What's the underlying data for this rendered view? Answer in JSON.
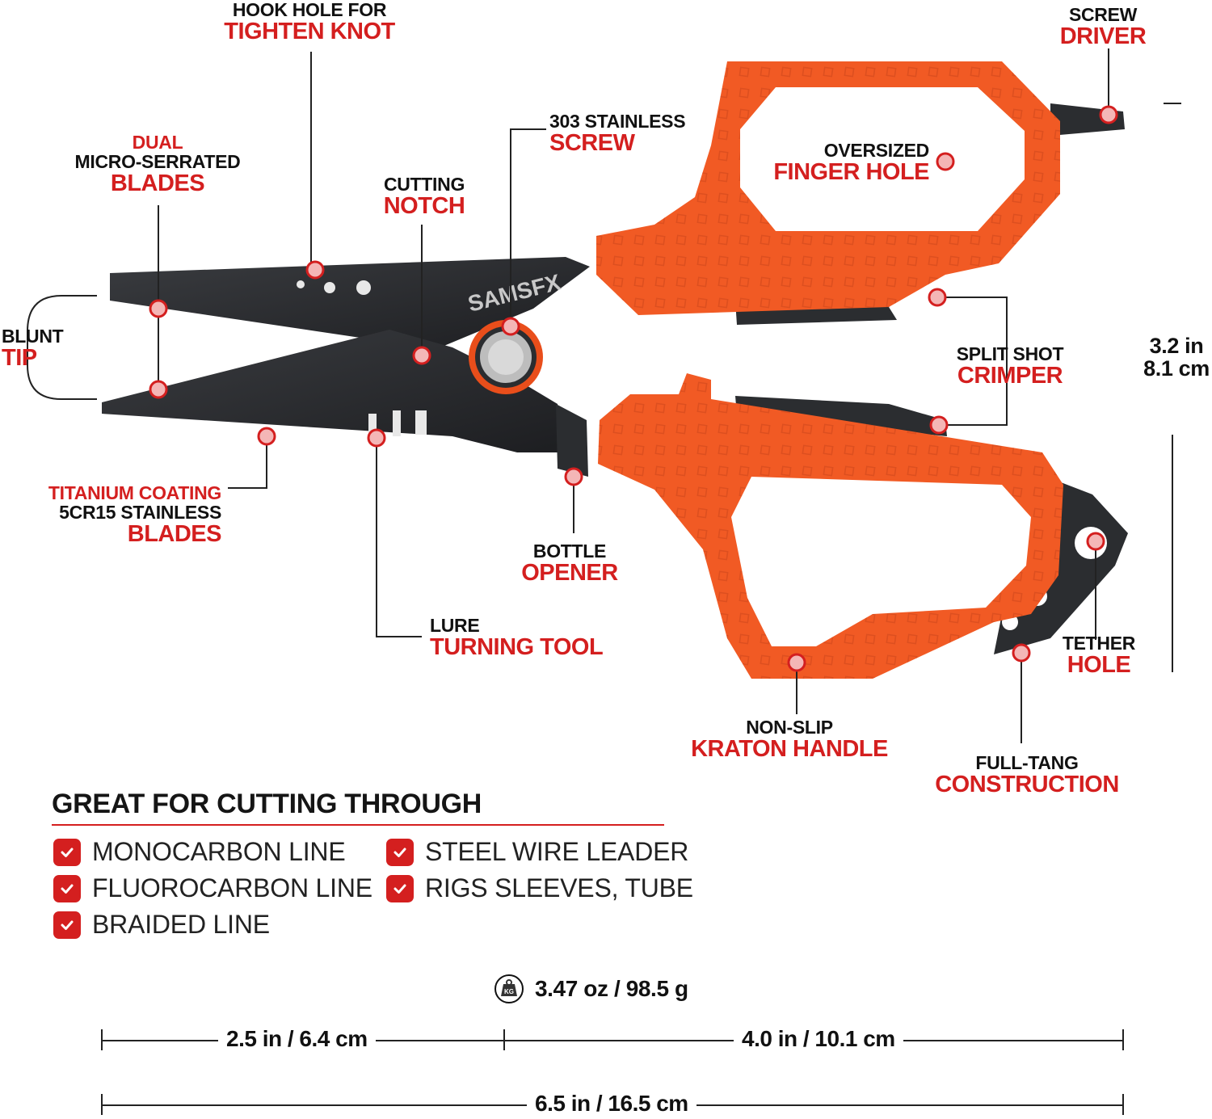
{
  "brand": "SAMSFX",
  "callouts": {
    "hook_hole": {
      "line1": "HOOK HOLE FOR",
      "line2": "TIGHTEN KNOT"
    },
    "screw_driver": {
      "line1": "SCREW",
      "line2": "DRIVER"
    },
    "stainless_screw": {
      "line1": "303 STAINLESS",
      "line2": "SCREW"
    },
    "oversized_hole": {
      "line1": "OVERSIZED",
      "line2": "FINGER HOLE"
    },
    "dual_blades": {
      "line1": "DUAL",
      "line2": "MICRO-SERRATED",
      "line3": "BLADES"
    },
    "cutting_notch": {
      "line1": "CUTTING",
      "line2": "NOTCH"
    },
    "blunt_tip": {
      "line1": "BLUNT",
      "line2": "TIP"
    },
    "split_shot": {
      "line1": "SPLIT SHOT",
      "line2": "CRIMPER"
    },
    "titanium": {
      "line1": "TITANIUM COATING",
      "line2": "5CR15 STAINLESS",
      "line3": "BLADES"
    },
    "bottle_opener": {
      "line1": "BOTTLE",
      "line2": "OPENER"
    },
    "lure_tool": {
      "line1": "LURE",
      "line2": "TURNING TOOL"
    },
    "tether_hole": {
      "line1": "TETHER",
      "line2": "HOLE"
    },
    "kraton_handle": {
      "line1": "NON-SLIP",
      "line2": "KRATON HANDLE"
    },
    "full_tang": {
      "line1": "FULL-TANG",
      "line2": "CONSTRUCTION"
    }
  },
  "features": {
    "title": "GREAT FOR CUTTING THROUGH",
    "items": [
      "MONOCARBON LINE",
      "FLUOROCARBON LINE",
      "BRAIDED LINE",
      "STEEL WIRE LEADER",
      "RIGS SLEEVES, TUBE"
    ]
  },
  "weight": {
    "icon_text": "KG",
    "value": "3.47 oz / 98.5 g"
  },
  "dimensions": {
    "height_in": "3.2 in",
    "height_cm": "8.1 cm",
    "blade_length": "2.5 in / 6.4 cm",
    "handle_length": "4.0 in / 10.1 cm",
    "total_length": "6.5 in / 16.5 cm"
  },
  "colors": {
    "accent": "#d41f1f",
    "handle": "#f15a24",
    "blade": "#2b2d30"
  },
  "icons": [
    "check-icon",
    "weight-icon"
  ]
}
